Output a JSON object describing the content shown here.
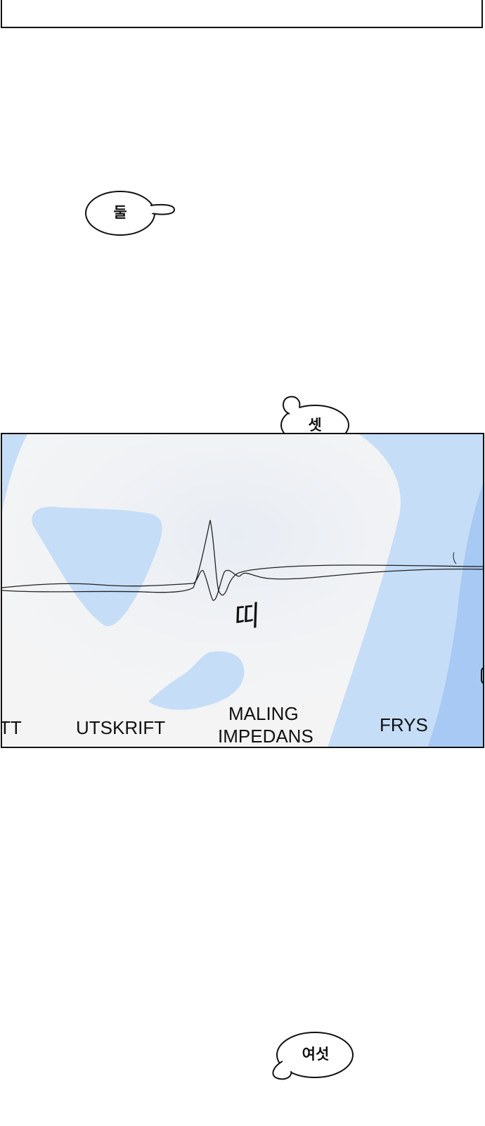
{
  "bubbles": {
    "two": "둘",
    "three": "셋",
    "six": "여섯"
  },
  "panel": {
    "sfx": "띠",
    "labels": {
      "left_cut": "TT",
      "utskrift": "UTSKRIFT",
      "maling": "MALING",
      "impedans": "IMPEDANS",
      "frys": "FRYS"
    }
  },
  "colors": {
    "outline": "#111111",
    "screen_light": "#f3f4f6",
    "screen_blue": "#c6ddf7",
    "screen_deep_blue": "#a7c9f4"
  }
}
